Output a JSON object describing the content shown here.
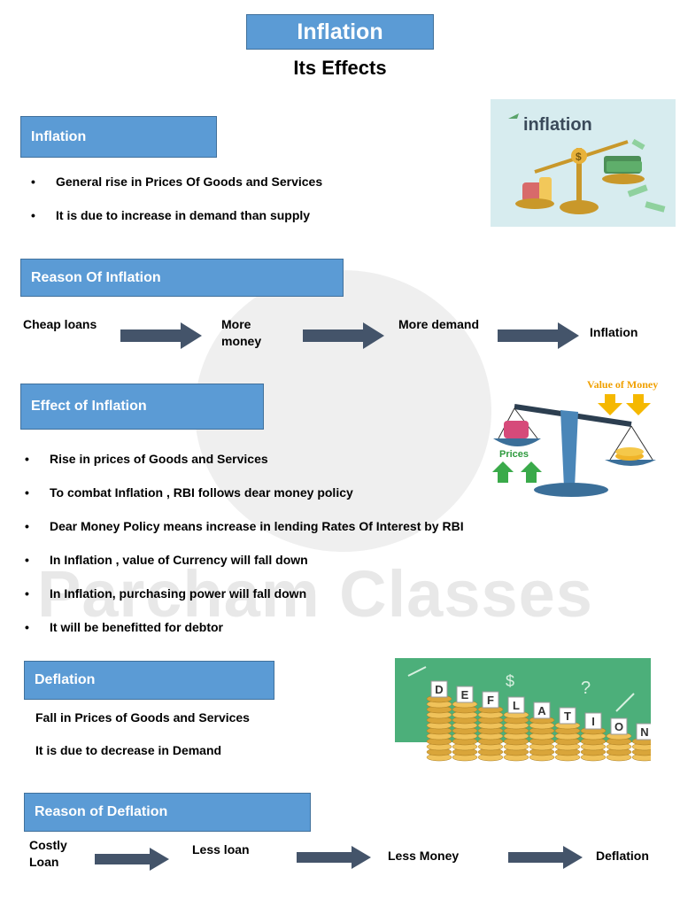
{
  "header": {
    "title": "Inflation",
    "subtitle": "Its Effects"
  },
  "watermark": "Parcham Classes",
  "inflation": {
    "heading": "Inflation",
    "bullets": [
      "General rise in Prices Of Goods and Services",
      "It is due to increase in demand than supply"
    ],
    "image": {
      "caption": "inflation"
    }
  },
  "reason_inflation": {
    "heading": "Reason Of Inflation",
    "steps": [
      "Cheap loans",
      "More money",
      "More demand",
      "Inflation"
    ]
  },
  "effect_inflation": {
    "heading": "Effect of Inflation",
    "bullets": [
      "Rise in prices of Goods and Services",
      "To combat Inflation , RBI follows dear money policy",
      "Dear Money Policy means increase in lending Rates Of Interest by RBI",
      "In Inflation , value of Currency will fall down",
      "In Inflation, purchasing power will fall down",
      "It will be benefitted for debtor"
    ],
    "image": {
      "value_label": "Value of Money",
      "prices_label": "Prices"
    }
  },
  "deflation": {
    "heading": "Deflation",
    "lines": [
      "Fall in Prices of Goods and Services",
      "It is due to decrease in Demand"
    ],
    "image": {
      "letters": [
        "D",
        "E",
        "F",
        "L",
        "A",
        "T",
        "I",
        "O",
        "N"
      ]
    }
  },
  "reason_deflation": {
    "heading": "Reason of Deflation",
    "steps": [
      "Costly Loan",
      "Less loan",
      "Less Money",
      "Deflation"
    ]
  },
  "colors": {
    "banner": "#5b9bd5",
    "arrow": "#44546a",
    "green_bg": "#4caf7a",
    "gold": "#f0b429"
  }
}
